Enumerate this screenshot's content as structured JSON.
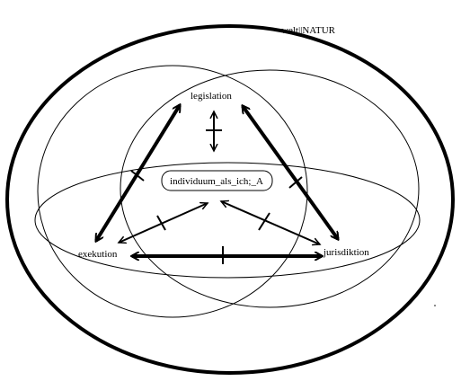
{
  "diagram": {
    "outer_label": "welt||NATUR",
    "nodes": {
      "top": "legislation",
      "left": "exekution",
      "right": "jurisdiktion",
      "center": "individuum_als_ich;_A"
    }
  },
  "colors": {
    "stroke": "#000000",
    "background": "#ffffff"
  }
}
